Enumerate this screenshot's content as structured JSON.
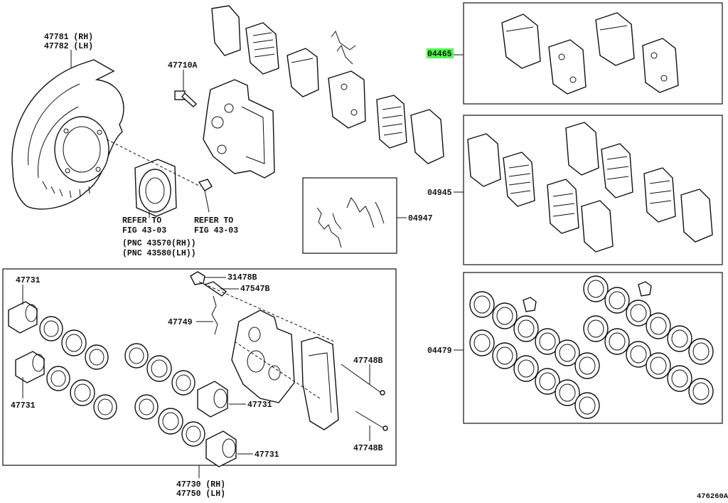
{
  "labels": {
    "p47781": "47781 (RH)",
    "p47782": "47782 (LH)",
    "p47710A": "47710A",
    "refer1_a": "REFER TO",
    "refer1_b": "FIG 43-03",
    "refer1_c": "(PNC 43570(RH))",
    "refer1_d": "(PNC 43580(LH))",
    "refer2_a": "REFER TO",
    "refer2_b": "FIG 43-03",
    "p04947": "04947",
    "p04465": "04465",
    "p04945": "04945",
    "p04479": "04479",
    "p47731_a": "47731",
    "p47731_b": "47731",
    "p47731_c": "47731",
    "p47731_d": "47731",
    "p31478B": "31478B",
    "p47547B": "47547B",
    "p47749": "47749",
    "p47748B_a": "47748B",
    "p47748B_b": "47748B",
    "p47730": "47730 (RH)",
    "p47750": "47750 (LH)",
    "figure_id": "476260A"
  },
  "highlight_color": "#4cff4c"
}
